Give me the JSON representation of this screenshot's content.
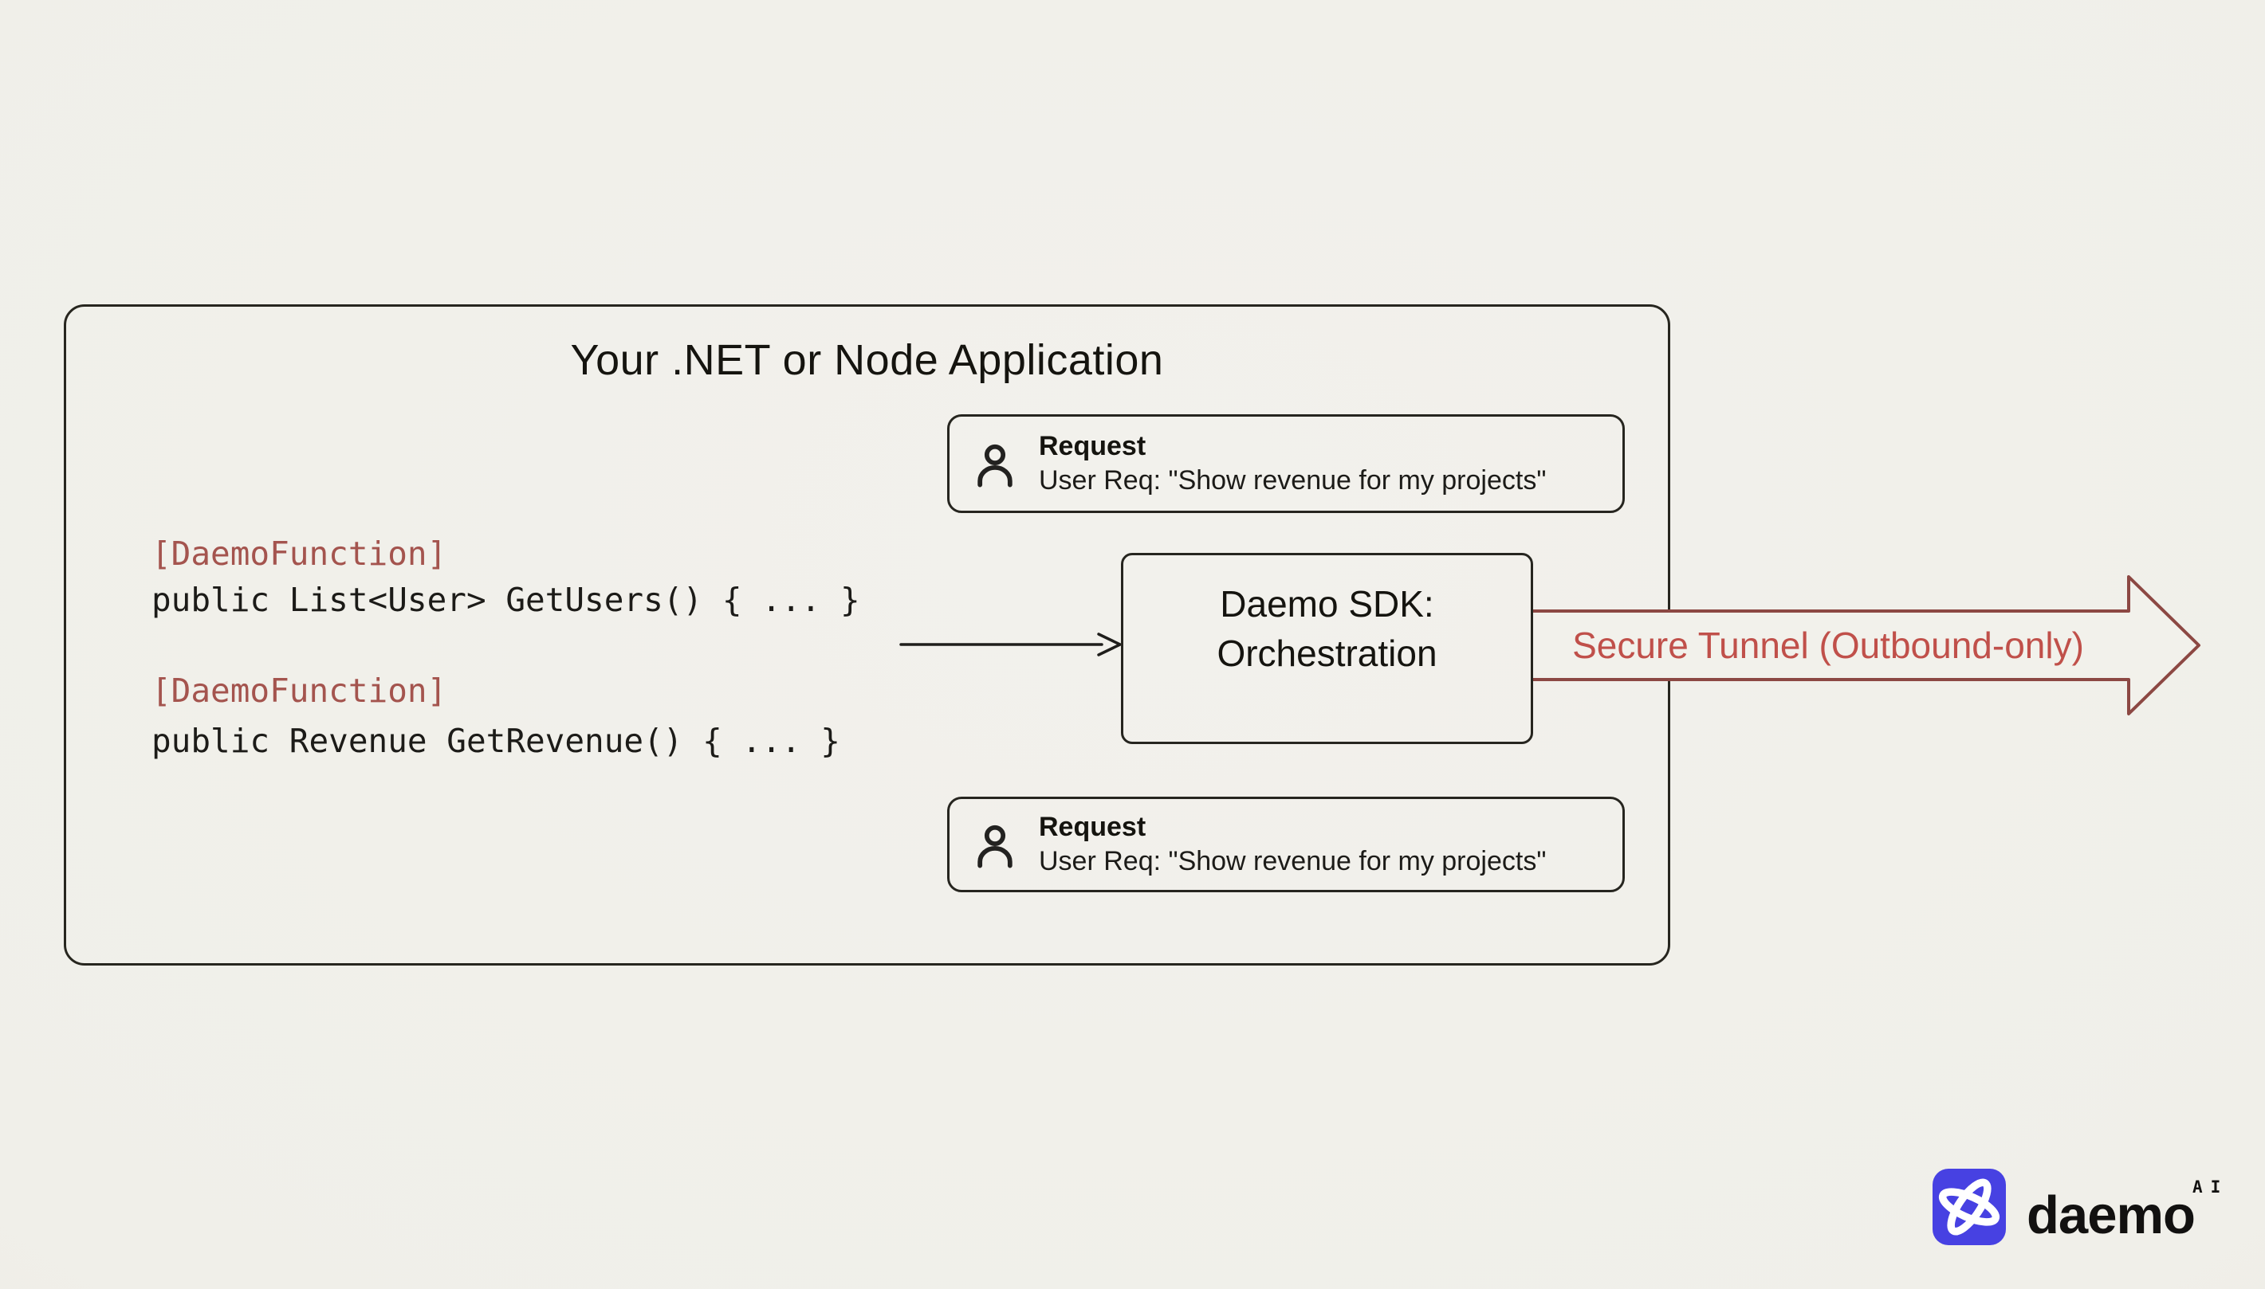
{
  "canvas": {
    "background": "#f0efe9"
  },
  "app": {
    "title": "Your .NET or Node Application"
  },
  "code": {
    "attr_color": "#a4544e",
    "text_color": "#1c1b18",
    "lines": [
      {
        "text": "[DaemoFunction]",
        "type": "attribute"
      },
      {
        "text": "public List<User> GetUsers() { ... }",
        "type": "code"
      },
      {
        "text": "[DaemoFunction]",
        "type": "attribute"
      },
      {
        "text": "public Revenue GetRevenue() { ... }",
        "type": "code"
      }
    ]
  },
  "requests": {
    "icon": "user-icon",
    "top": {
      "title": "Request",
      "body": "User Req: \"Show revenue for my projects\""
    },
    "bottom": {
      "title": "Request",
      "body": "User Req: \"Show revenue for my projects\""
    }
  },
  "sdk": {
    "line1": "Daemo SDK:",
    "line2": "Orchestration"
  },
  "tunnel": {
    "label": "Secure Tunnel (Outbound-only)",
    "outline_color": "#8c4843",
    "label_color": "#c0504a"
  },
  "logo": {
    "wordmark": "daemo",
    "superscript": "AI",
    "tile_color": "#4741e2",
    "icon": "daemo-orbits-icon"
  }
}
